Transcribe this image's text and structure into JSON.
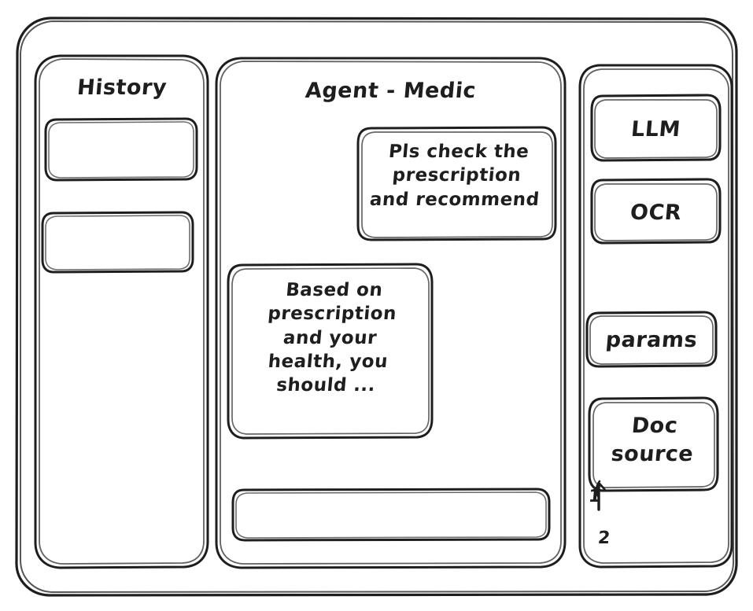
{
  "app": {
    "style": "hand-drawn-wireframe",
    "stroke_color": "#1e1e1e",
    "background_color": "#ffffff"
  },
  "sidebar_left": {
    "title": "History",
    "items": [
      {
        "label": ""
      },
      {
        "label": ""
      }
    ]
  },
  "main": {
    "title": "Agent - Medic",
    "messages": [
      {
        "role": "user",
        "text": "Pls check the\nprescription\nand recommend"
      },
      {
        "role": "assistant",
        "text": "Based on\nprescription\nand your\nhealth, you\nshould ..."
      }
    ],
    "composer": {
      "value": "",
      "placeholder": ""
    }
  },
  "sidebar_right": {
    "chips": [
      {
        "label": "LLM"
      },
      {
        "label": "OCR"
      },
      {
        "label": "params"
      }
    ],
    "doc_source": {
      "label": "Doc\nsource",
      "items": [
        {
          "marker": "1"
        },
        {
          "marker": "2"
        }
      ]
    }
  }
}
